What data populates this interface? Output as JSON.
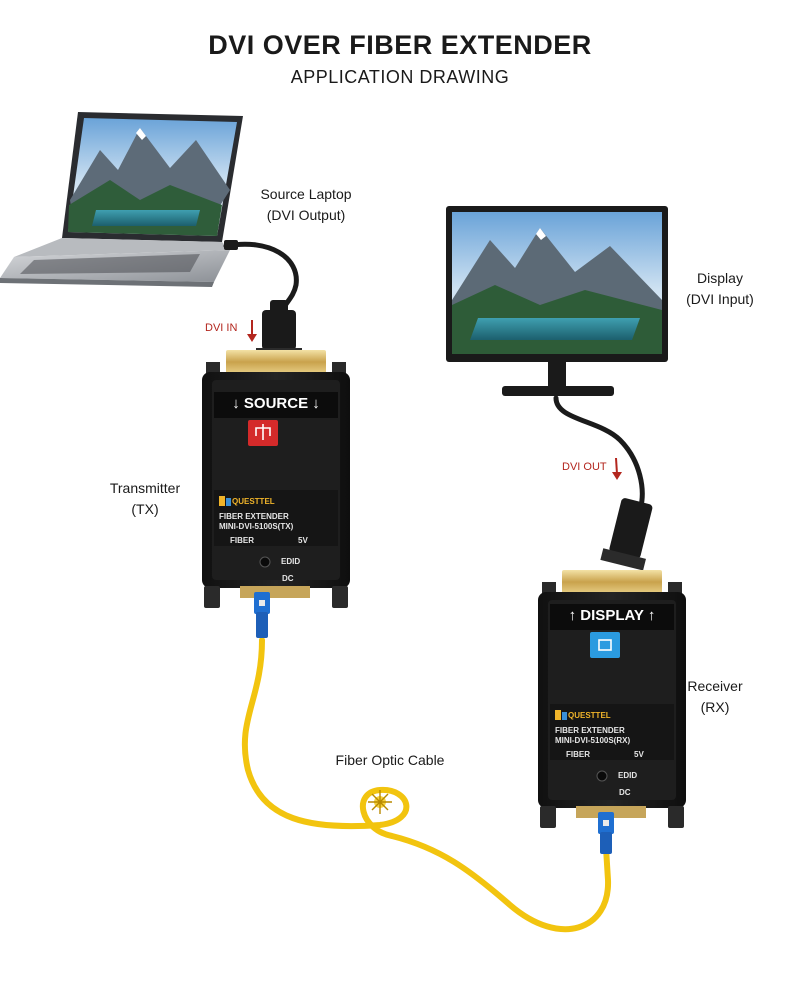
{
  "header": {
    "title": "DVI OVER FIBER EXTENDER",
    "subtitle": "APPLICATION DRAWING"
  },
  "labels": {
    "source_laptop": "Source Laptop",
    "source_laptop_sub": "(DVI Output)",
    "display": "Display",
    "display_sub": "(DVI Input)",
    "transmitter": "Transmitter",
    "transmitter_sub": "(TX)",
    "receiver": "Receiver",
    "receiver_sub": "(RX)",
    "fiber_cable": "Fiber Optic Cable",
    "dvi_in": "DVI IN",
    "dvi_out": "DVI OUT"
  },
  "transmitter_unit": {
    "banner": "↓ SOURCE ↓",
    "brand": "QUESTTEL",
    "line1": "FIBER EXTENDER",
    "line2": "MINI-DVI-5100S(TX)",
    "fiber": "FIBER",
    "power": "5V",
    "edid": "EDID",
    "dc": "DC"
  },
  "receiver_unit": {
    "banner": "↑ DISPLAY ↑",
    "brand": "QUESTTEL",
    "line1": "FIBER EXTENDER",
    "line2": "MINI-DVI-5100S(RX)",
    "fiber": "FIBER",
    "power": "5V",
    "edid": "EDID",
    "dc": "DC"
  },
  "colors": {
    "fiber_cable": "#f2c40f",
    "lc_connector": "#1f6fd1",
    "tx_icon": "#d42a2a",
    "rx_icon": "#2b9be0",
    "device_body": "#1c1c1c",
    "signal_arrow": "#b3261e"
  }
}
